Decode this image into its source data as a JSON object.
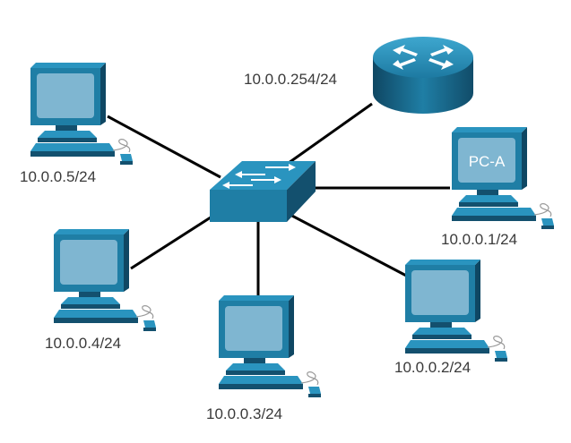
{
  "router": {
    "ip": "10.0.0.254/24"
  },
  "switch": {},
  "pcs": [
    {
      "id": "pc-a",
      "name": "PC-A",
      "ip": "10.0.0.1/24"
    },
    {
      "id": "pc-2",
      "ip": "10.0.0.2/24"
    },
    {
      "id": "pc-3",
      "ip": "10.0.0.3/24"
    },
    {
      "id": "pc-4",
      "ip": "10.0.0.4/24"
    },
    {
      "id": "pc-5",
      "ip": "10.0.0.5/24"
    }
  ],
  "colors": {
    "device_dark": "#13506e",
    "device_mid": "#1f7ea5",
    "device_light": "#2a94bf",
    "screen": "#7fb6d1",
    "link": "#000000"
  }
}
